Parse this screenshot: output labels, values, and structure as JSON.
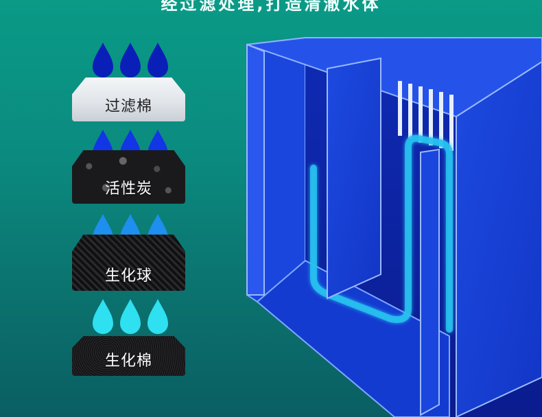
{
  "header": {
    "title": "经过滤处理,打造清澈水体"
  },
  "filter_layers": [
    {
      "label": "过滤棉",
      "drop_color": "#0a1fb8"
    },
    {
      "label": "活性炭",
      "drop_color": "#1235e6"
    },
    {
      "label": "生化球",
      "drop_color": "#1e8fee"
    },
    {
      "label": "生化棉",
      "drop_color": "#2ee0f0"
    }
  ],
  "colors": {
    "background_top": "#0a9a86",
    "background_bottom": "#0a5e63",
    "tank_blue": "#1744d9",
    "tank_dark": "#0c1fa8",
    "water_flow": "#27c2f0"
  }
}
